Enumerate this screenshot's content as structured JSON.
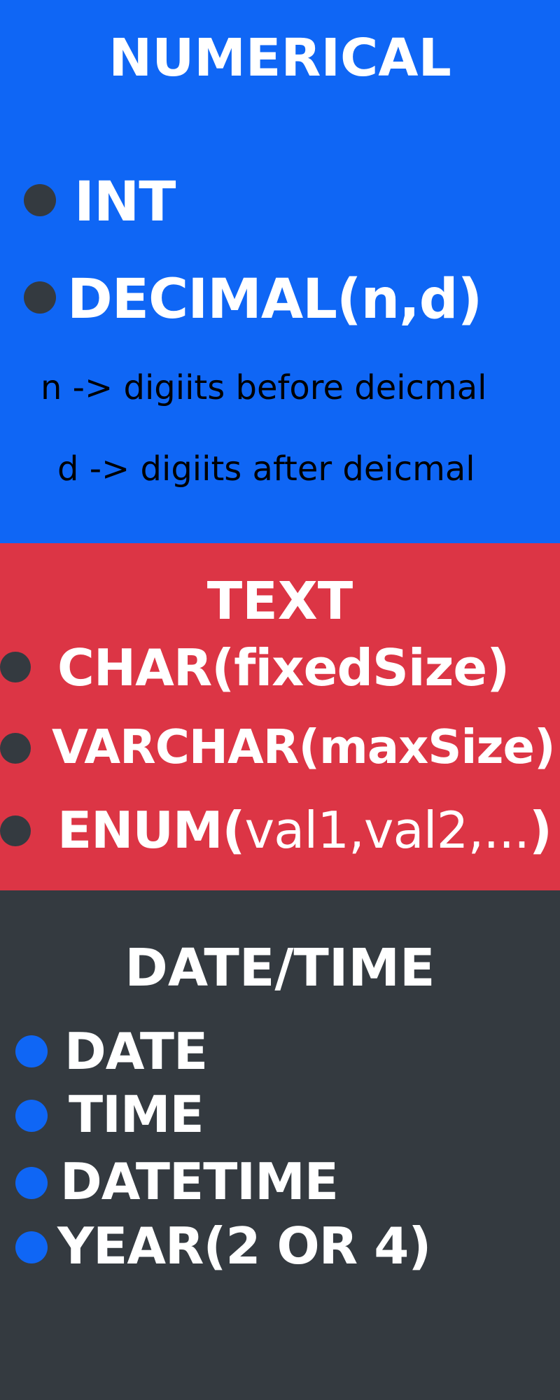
{
  "numerical": {
    "title": "NUMERICAL",
    "items": [
      {
        "label": "INT"
      },
      {
        "label": "DECIMAL(n,d)"
      }
    ],
    "notes": [
      "n -> digiits before deicmal",
      "d -> digiits after deicmal"
    ]
  },
  "text": {
    "title": "TEXT",
    "items": [
      {
        "label": "CHAR(fixedSize)"
      },
      {
        "label": "VARCHAR(maxSize)"
      },
      {
        "label_bold": "ENUM(",
        "label_regular": "val1,val2,...",
        "label_close": ")"
      }
    ]
  },
  "datetime": {
    "title": "DATE/TIME",
    "items": [
      {
        "label": "DATE"
      },
      {
        "label": "TIME"
      },
      {
        "label": "DATETIME"
      },
      {
        "label": "YEAR(2 OR 4)"
      }
    ]
  },
  "colors": {
    "blue": "#0f66f5",
    "red": "#dc3545",
    "dark": "#343a40",
    "white": "#ffffff"
  },
  "icons": {
    "bullet": "bullet-dot-icon"
  }
}
